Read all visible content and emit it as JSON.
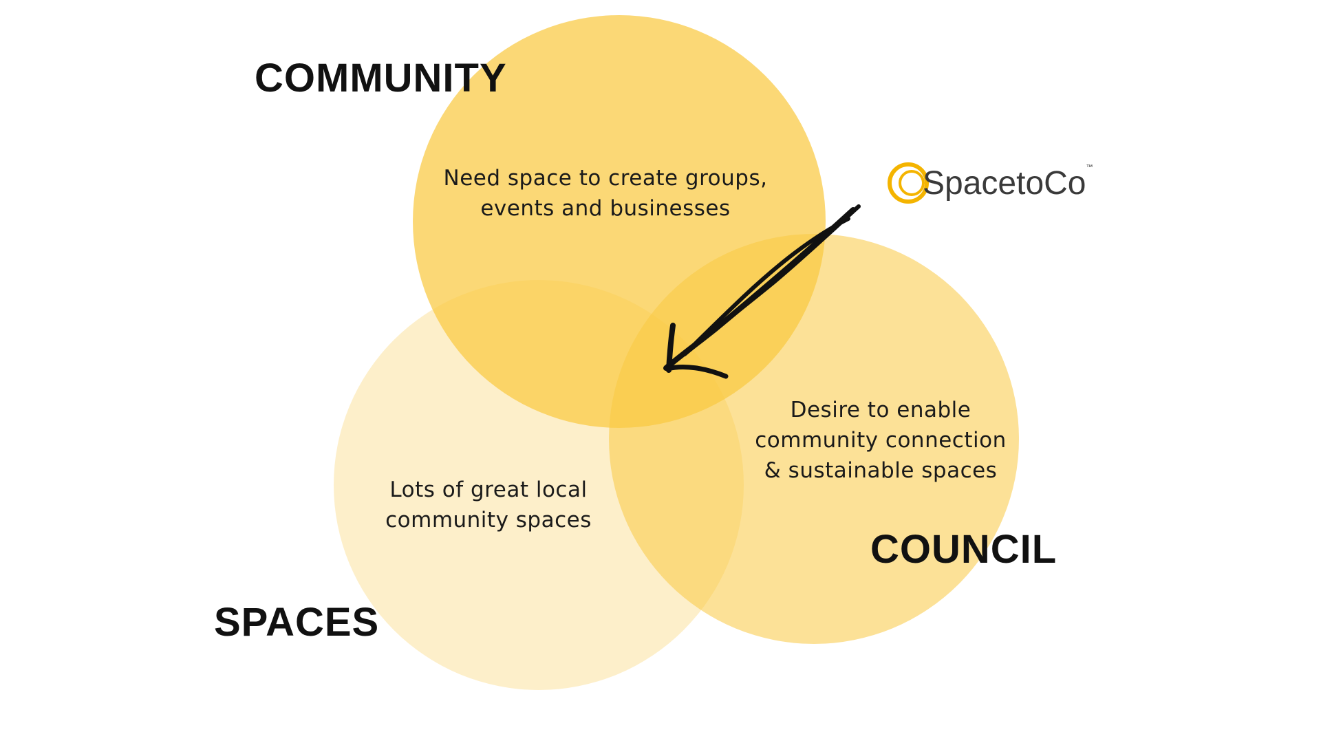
{
  "colors": {
    "community_circle": "#f9c941",
    "spaces_circle": "#fce9b8",
    "council_circle": "#f9c941",
    "arrow": "#111111",
    "logo_accent": "#f4b400"
  },
  "circles": {
    "community": {
      "title": "COMMUNITY",
      "description": "Need space to create groups,\nevents and businesses"
    },
    "spaces": {
      "title": "SPACES",
      "description": "Lots of great local\ncommunity spaces"
    },
    "council": {
      "title": "COUNCIL",
      "description": "Desire to enable\ncommunity connection\n& sustainable spaces"
    }
  },
  "logo": {
    "text": "SpacetoCo",
    "trademark": "™",
    "icon": "spacetoco-logo-icon"
  },
  "arrow": {
    "icon": "hand-drawn-arrow-icon"
  }
}
